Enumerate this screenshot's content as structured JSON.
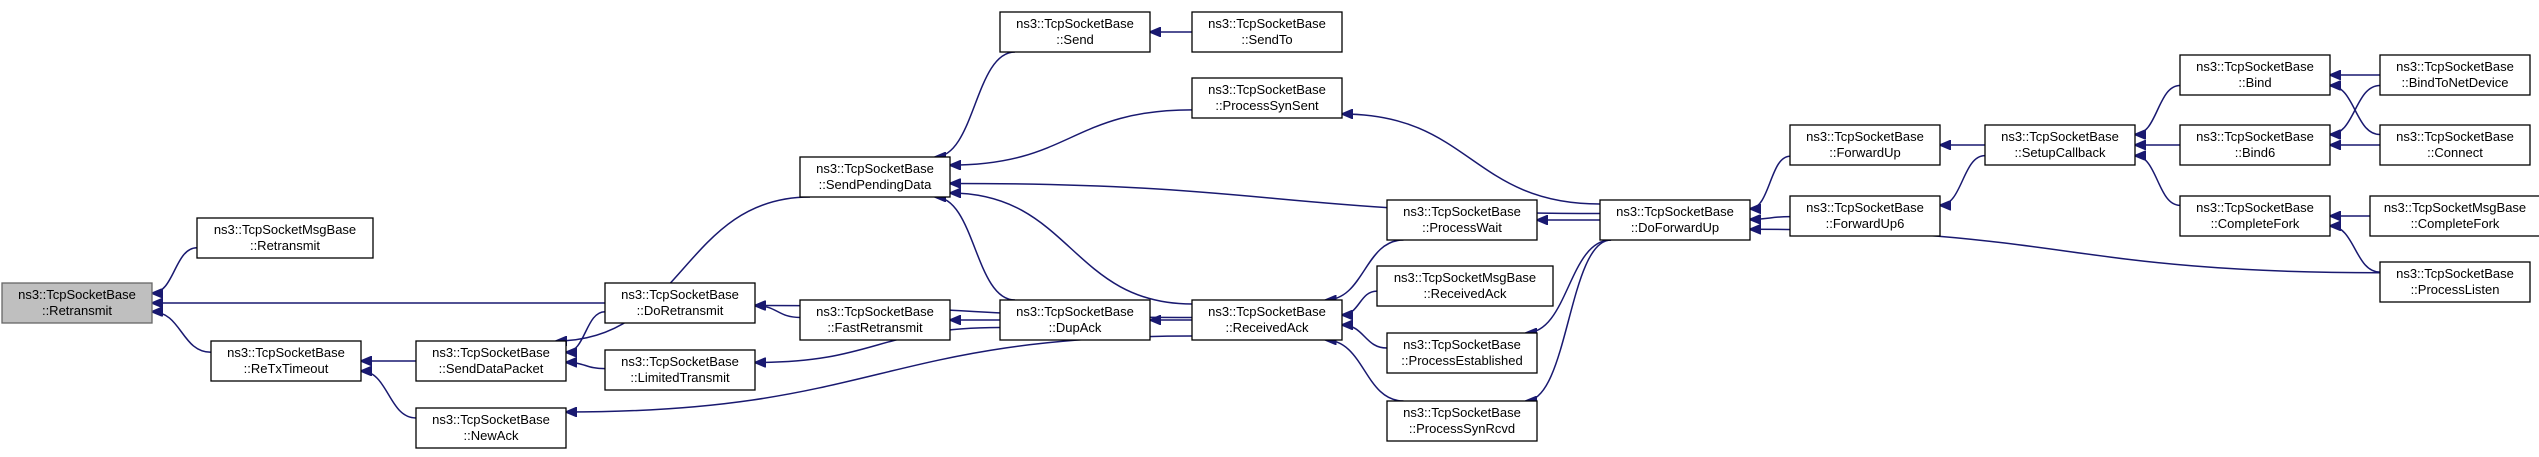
{
  "diagram": {
    "type": "call-graph",
    "colors": {
      "edge": "#191970",
      "node_border": "#000000",
      "root_fill": "#bfbfbf",
      "node_fill": "#ffffff"
    },
    "nodes": [
      {
        "id": "retransmit",
        "lines": [
          "ns3::TcpSocketBase",
          "::Retransmit"
        ],
        "root": true
      },
      {
        "id": "msgbase_retransmit",
        "lines": [
          "ns3::TcpSocketMsgBase",
          "::Retransmit"
        ]
      },
      {
        "id": "rextimeout",
        "lines": [
          "ns3::TcpSocketBase",
          "::ReTxTimeout"
        ]
      },
      {
        "id": "senddatapacket",
        "lines": [
          "ns3::TcpSocketBase",
          "::SendDataPacket"
        ]
      },
      {
        "id": "newack",
        "lines": [
          "ns3::TcpSocketBase",
          "::NewAck"
        ]
      },
      {
        "id": "doretransmit",
        "lines": [
          "ns3::TcpSocketBase",
          "::DoRetransmit"
        ]
      },
      {
        "id": "limitedtransmit",
        "lines": [
          "ns3::TcpSocketBase",
          "::LimitedTransmit"
        ]
      },
      {
        "id": "fastretransmit",
        "lines": [
          "ns3::TcpSocketBase",
          "::FastRetransmit"
        ]
      },
      {
        "id": "sendpendingdata",
        "lines": [
          "ns3::TcpSocketBase",
          "::SendPendingData"
        ]
      },
      {
        "id": "dupack",
        "lines": [
          "ns3::TcpSocketBase",
          "::DupAck"
        ]
      },
      {
        "id": "send",
        "lines": [
          "ns3::TcpSocketBase",
          "::Send"
        ]
      },
      {
        "id": "sendto",
        "lines": [
          "ns3::TcpSocketBase",
          "::SendTo"
        ]
      },
      {
        "id": "processsynsent",
        "lines": [
          "ns3::TcpSocketBase",
          "::ProcessSynSent"
        ]
      },
      {
        "id": "receivedack",
        "lines": [
          "ns3::TcpSocketBase",
          "::ReceivedAck"
        ]
      },
      {
        "id": "processwait",
        "lines": [
          "ns3::TcpSocketBase",
          "::ProcessWait"
        ]
      },
      {
        "id": "msgbase_receivedack",
        "lines": [
          "ns3::TcpSocketMsgBase",
          "::ReceivedAck"
        ]
      },
      {
        "id": "processestablished",
        "lines": [
          "ns3::TcpSocketBase",
          "::ProcessEstablished"
        ]
      },
      {
        "id": "processsynrcvd",
        "lines": [
          "ns3::TcpSocketBase",
          "::ProcessSynRcvd"
        ]
      },
      {
        "id": "doforwardup",
        "lines": [
          "ns3::TcpSocketBase",
          "::DoForwardUp"
        ]
      },
      {
        "id": "forwardup",
        "lines": [
          "ns3::TcpSocketBase",
          "::ForwardUp"
        ]
      },
      {
        "id": "forwardup6",
        "lines": [
          "ns3::TcpSocketBase",
          "::ForwardUp6"
        ]
      },
      {
        "id": "setupcallback",
        "lines": [
          "ns3::TcpSocketBase",
          "::SetupCallback"
        ]
      },
      {
        "id": "bind",
        "lines": [
          "ns3::TcpSocketBase",
          "::Bind"
        ]
      },
      {
        "id": "bind6",
        "lines": [
          "ns3::TcpSocketBase",
          "::Bind6"
        ]
      },
      {
        "id": "completefork",
        "lines": [
          "ns3::TcpSocketBase",
          "::CompleteFork"
        ]
      },
      {
        "id": "bindtonetdevice",
        "lines": [
          "ns3::TcpSocketBase",
          "::BindToNetDevice"
        ]
      },
      {
        "id": "connect",
        "lines": [
          "ns3::TcpSocketBase",
          "::Connect"
        ]
      },
      {
        "id": "msgbase_completefork",
        "lines": [
          "ns3::TcpSocketMsgBase",
          "::CompleteFork"
        ]
      },
      {
        "id": "processlisten",
        "lines": [
          "ns3::TcpSocketBase",
          "::ProcessListen"
        ]
      }
    ],
    "edges": [
      {
        "from": "msgbase_retransmit",
        "to": "retransmit"
      },
      {
        "from": "doretransmit",
        "to": "retransmit"
      },
      {
        "from": "rextimeout",
        "to": "retransmit"
      },
      {
        "from": "senddatapacket",
        "to": "rextimeout"
      },
      {
        "from": "newack",
        "to": "rextimeout"
      },
      {
        "from": "doretransmit",
        "to": "senddatapacket"
      },
      {
        "from": "limitedtransmit",
        "to": "senddatapacket"
      },
      {
        "from": "sendpendingdata",
        "to": "senddatapacket"
      },
      {
        "from": "fastretransmit",
        "to": "doretransmit"
      },
      {
        "from": "receivedack",
        "to": "doretransmit"
      },
      {
        "from": "receivedack",
        "to": "newack"
      },
      {
        "from": "dupack",
        "to": "limitedtransmit"
      },
      {
        "from": "dupack",
        "to": "fastretransmit"
      },
      {
        "from": "receivedack",
        "to": "dupack"
      },
      {
        "from": "send",
        "to": "sendpendingdata"
      },
      {
        "from": "processsynsent",
        "to": "sendpendingdata"
      },
      {
        "from": "doforwardup",
        "to": "sendpendingdata"
      },
      {
        "from": "receivedack",
        "to": "sendpendingdata"
      },
      {
        "from": "dupack",
        "to": "sendpendingdata"
      },
      {
        "from": "sendto",
        "to": "send"
      },
      {
        "from": "doforwardup",
        "to": "processsynsent"
      },
      {
        "from": "processwait",
        "to": "receivedack"
      },
      {
        "from": "msgbase_receivedack",
        "to": "receivedack"
      },
      {
        "from": "processestablished",
        "to": "receivedack"
      },
      {
        "from": "processsynrcvd",
        "to": "receivedack"
      },
      {
        "from": "doforwardup",
        "to": "processwait"
      },
      {
        "from": "doforwardup",
        "to": "processestablished"
      },
      {
        "from": "doforwardup",
        "to": "processsynrcvd"
      },
      {
        "from": "forwardup",
        "to": "doforwardup"
      },
      {
        "from": "forwardup6",
        "to": "doforwardup"
      },
      {
        "from": "setupcallback",
        "to": "forwardup"
      },
      {
        "from": "setupcallback",
        "to": "forwardup6"
      },
      {
        "from": "bind",
        "to": "setupcallback"
      },
      {
        "from": "bind6",
        "to": "setupcallback"
      },
      {
        "from": "completefork",
        "to": "setupcallback"
      },
      {
        "from": "bindtonetdevice",
        "to": "bind"
      },
      {
        "from": "connect",
        "to": "bind"
      },
      {
        "from": "bindtonetdevice",
        "to": "bind6"
      },
      {
        "from": "connect",
        "to": "bind6"
      },
      {
        "from": "msgbase_completefork",
        "to": "completefork"
      },
      {
        "from": "processlisten",
        "to": "completefork"
      },
      {
        "from": "processlisten",
        "to": "doforwardup"
      }
    ]
  }
}
